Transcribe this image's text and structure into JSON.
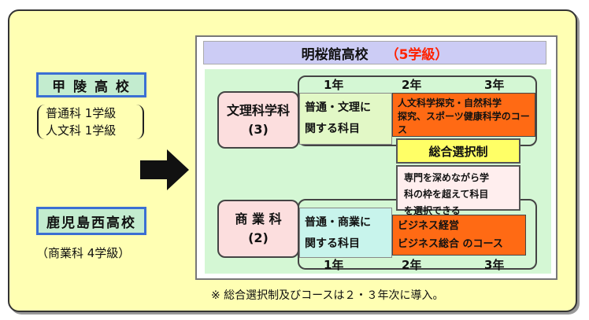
{
  "left": {
    "school1": {
      "name": "甲 陵 高 校",
      "rows": [
        "普通科 1学級",
        "人文科 1学級"
      ]
    },
    "school2": {
      "name": "鹿児島西高校",
      "rows": [
        "（商業科 4学級）"
      ]
    }
  },
  "right": {
    "title": "明桜館高校",
    "title_classes": "（5学級）",
    "years_top": [
      "1年",
      "2年",
      "3年"
    ],
    "years_bottom": [
      "1年",
      "2年",
      "3年"
    ],
    "dept1": {
      "name": "文理科学科",
      "count": "(3)",
      "general": [
        "普通・文理に",
        "関する科目"
      ],
      "course": [
        "人文科学探究・自然科学",
        "探究、スポーツ健康科学のコー",
        "ス"
      ]
    },
    "sogo": {
      "title": "総合選択制",
      "desc": [
        "専門を深めながら学",
        "科の枠を超えて科目",
        "を選択できる"
      ]
    },
    "dept2": {
      "name": "商 業 科",
      "count": "(2)",
      "general": [
        "普通・商業に",
        "関する科目"
      ],
      "course": [
        "ビジネス経営",
        "ビジネス総合 のコース"
      ]
    },
    "note": "※ 総合選択制及びコースは２・３年次に導入。"
  }
}
